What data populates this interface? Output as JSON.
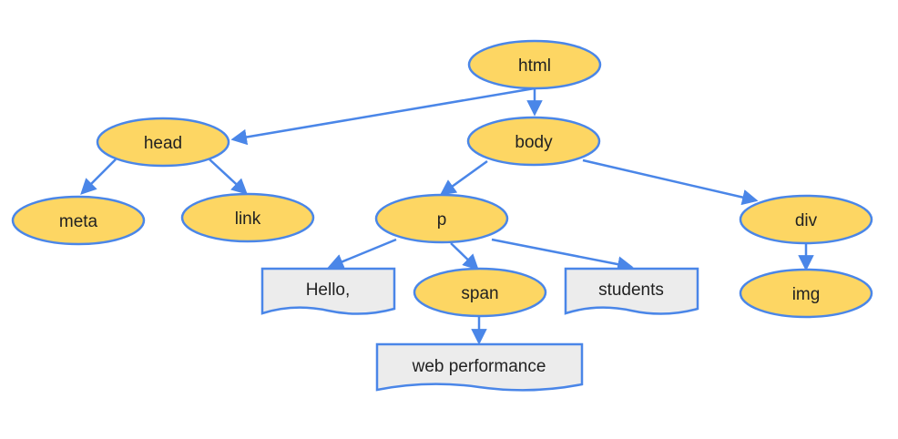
{
  "colors": {
    "element_fill": "#FDD663",
    "text_fill": "#ECECEC",
    "stroke": "#4A86E8",
    "label": "#222222"
  },
  "nodes": {
    "html": "html",
    "head": "head",
    "body": "body",
    "meta": "meta",
    "link": "link",
    "p": "p",
    "div": "div",
    "img": "img",
    "span": "span",
    "hello": "Hello,",
    "students": "students",
    "web_performance": "web performance"
  }
}
